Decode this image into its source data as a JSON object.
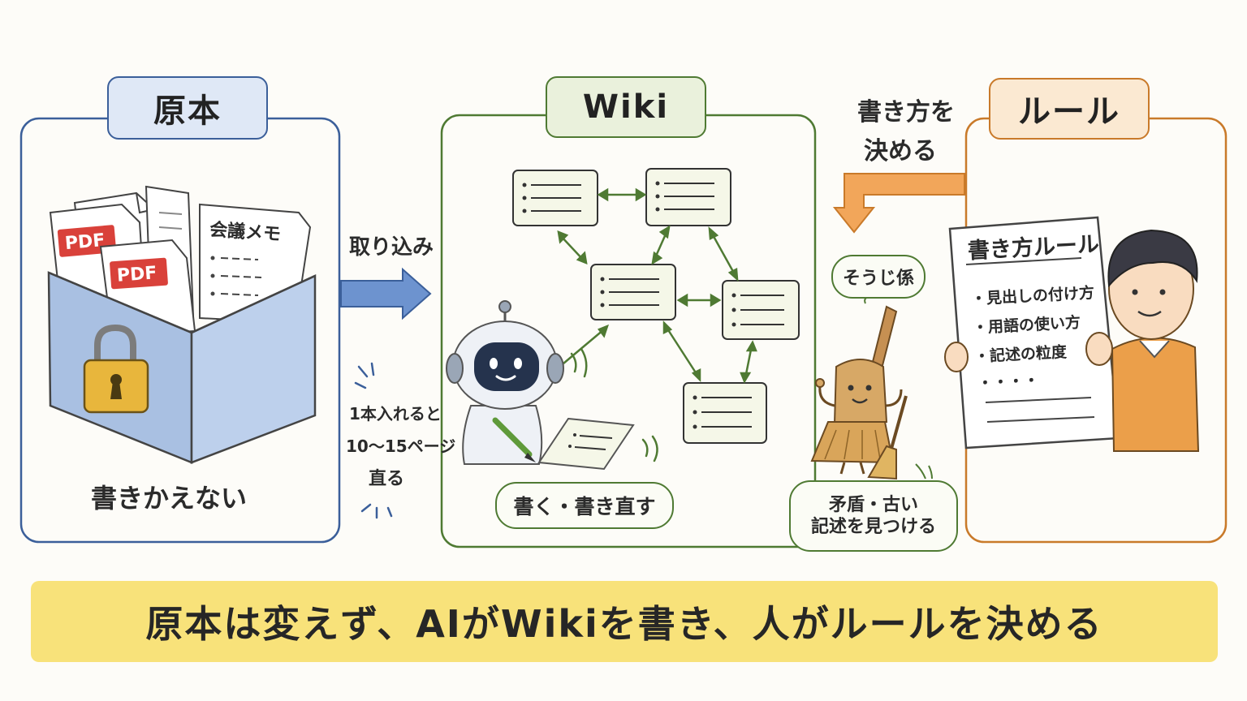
{
  "sections": {
    "original": {
      "title": "原本",
      "caption": "書きかえない",
      "pdf_label": "PDF",
      "memo_title": "会議メモ"
    },
    "wiki": {
      "title": "Wiki",
      "write_bubble": "書く・書き直す"
    },
    "rules": {
      "title": "ルール",
      "doc_title": "書き方ルール",
      "items": [
        "・見出しの付け方",
        "・用語の使い方",
        "・記述の粒度",
        "・・・・"
      ]
    }
  },
  "arrows": {
    "ingest_label": "取り込み",
    "decide_label_line1": "書き方を",
    "decide_label_line2": "決める"
  },
  "note": {
    "line1": "1本入れると",
    "line2": "10〜15ページ",
    "line3": "直る"
  },
  "cleaner": {
    "role": "そうじ係",
    "task_line1": "矛盾・古い",
    "task_line2": "記述を見つける"
  },
  "banner": "原本は変えず、AIがWikiを書き、人がルールを決める",
  "colors": {
    "original": "#3b5f9a",
    "wiki": "#4f7a33",
    "rules": "#c97a2a",
    "banner": "#f8e27a"
  }
}
